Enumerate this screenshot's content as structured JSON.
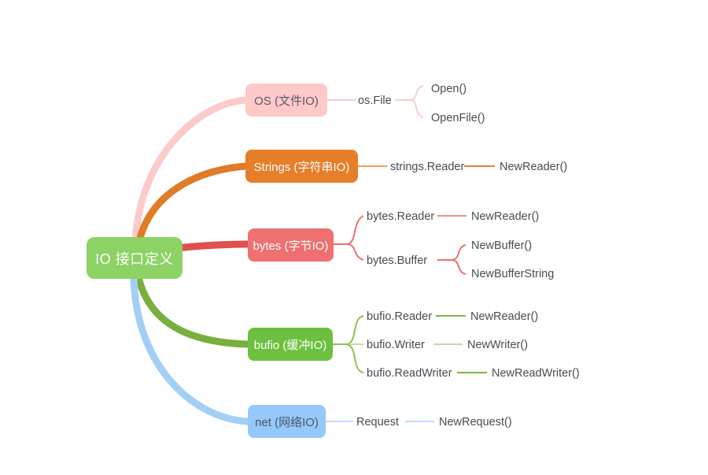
{
  "diagram": {
    "type": "mindmap",
    "root": {
      "label": "IO 接口定义",
      "fill": "#8CD265",
      "text_color": "#ffffff"
    },
    "branches": [
      {
        "label": "OS (文件IO)",
        "fill": "#FFC9C9",
        "text_color": "#5a5a66",
        "line_color": "#F9C9C9",
        "children": [
          {
            "label": "os.File",
            "children": [
              {
                "label": "Open()"
              },
              {
                "label": "OpenFile()"
              }
            ]
          }
        ]
      },
      {
        "label": "Strings (字符串IO)",
        "fill": "#E67E2A",
        "text_color": "#ffffff",
        "line_color": "#E88B3C",
        "children": [
          {
            "label": "strings.Reader",
            "children": [
              {
                "label": "NewReader()"
              }
            ]
          }
        ]
      },
      {
        "label": "bytes (字节IO)",
        "fill": "#EE7070",
        "text_color": "#ffffff",
        "line_color": "#E8605F",
        "children": [
          {
            "label": "bytes.Reader",
            "children": [
              {
                "label": "NewReader()"
              }
            ]
          },
          {
            "label": "bytes.Buffer",
            "children": [
              {
                "label": "NewBuffer()"
              },
              {
                "label": "NewBufferString"
              }
            ]
          }
        ]
      },
      {
        "label": "bufio (缓冲IO)",
        "fill": "#6DC03F",
        "text_color": "#ffffff",
        "line_color": "#74B83B",
        "children": [
          {
            "label": "bufio.Reader",
            "children": [
              {
                "label": "NewReader()"
              }
            ]
          },
          {
            "label": "bufio.Writer",
            "children": [
              {
                "label": "NewWriter()"
              }
            ]
          },
          {
            "label": "bufio.ReadWriter",
            "children": [
              {
                "label": "NewReadWriter()"
              }
            ]
          }
        ]
      },
      {
        "label": "net (网络IO)",
        "fill": "#95C9FB",
        "text_color": "#46566b",
        "line_color": "#A7D3F7",
        "children": [
          {
            "label": "Request",
            "children": [
              {
                "label": "NewRequest()"
              }
            ]
          }
        ]
      }
    ]
  }
}
